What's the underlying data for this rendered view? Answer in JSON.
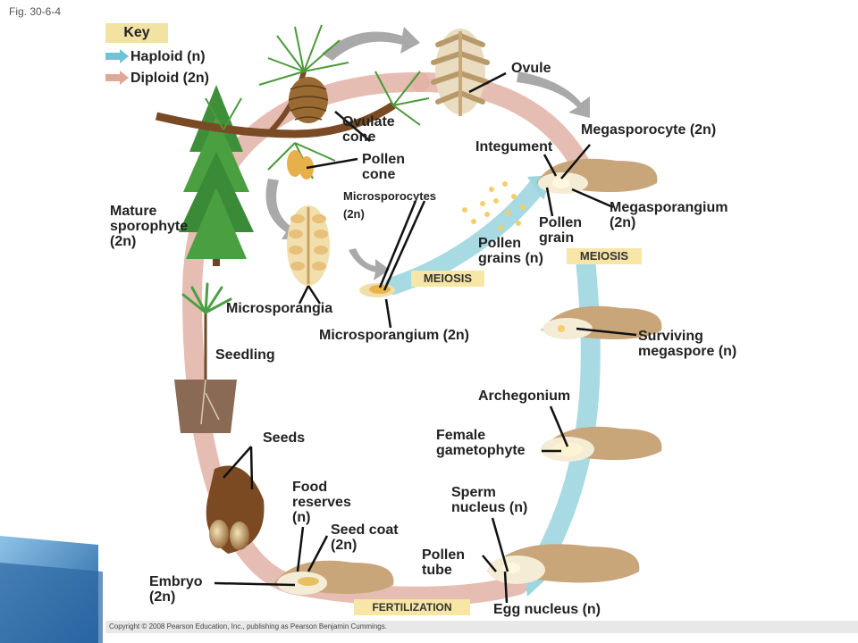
{
  "figure_number": "Fig. 30-6-4",
  "key": {
    "title": "Key",
    "haploid": "Haploid (n)",
    "diploid": "Diploid (2n)",
    "haploid_color": "#6fc3d6",
    "diploid_color": "#e0a898"
  },
  "labels": {
    "ovule": "Ovule",
    "ovulate_cone": [
      "Ovulate",
      "cone"
    ],
    "pollen_cone": [
      "Pollen",
      "cone"
    ],
    "microsporocytes": [
      "Microsporocytes",
      "(2n)"
    ],
    "megasporocyte": "Megasporocyte (2n)",
    "integument": "Integument",
    "megasporangium": [
      "Megasporangium",
      "(2n)"
    ],
    "pollen_grain": [
      "Pollen",
      "grain"
    ],
    "pollen_grains": [
      "Pollen",
      "grains (n)"
    ],
    "mature_sporophyte": [
      "Mature",
      "sporophyte",
      "(2n)"
    ],
    "microsporangia": "Microsporangia",
    "microsporangium": "Microsporangium (2n)",
    "seedling": "Seedling",
    "surviving_megaspore": [
      "Surviving",
      "megaspore (n)"
    ],
    "archegonium": "Archegonium",
    "female_gametophyte": [
      "Female",
      "gametophyte"
    ],
    "seeds": "Seeds",
    "food_reserves": [
      "Food",
      "reserves",
      "(n)"
    ],
    "sperm_nucleus": [
      "Sperm",
      "nucleus (n)"
    ],
    "seed_coat": [
      "Seed coat",
      "(2n)"
    ],
    "pollen_tube": [
      "Pollen",
      "tube"
    ],
    "embryo": [
      "Embryo",
      "(2n)"
    ],
    "egg_nucleus": "Egg nucleus (n)"
  },
  "process_tags": {
    "meiosis_left": "MEIOSIS",
    "meiosis_right": "MEIOSIS",
    "fertilization": "FERTILIZATION"
  },
  "copyright": "Copyright © 2008 Pearson Education, Inc., publishing as Pearson Benjamin Cummings.",
  "colors": {
    "cycle_diploid": "#e2b2a6",
    "cycle_haploid": "#9dd6df",
    "tag_bg": "#f7e6a6",
    "slide_blue": "#2f6fa8"
  }
}
